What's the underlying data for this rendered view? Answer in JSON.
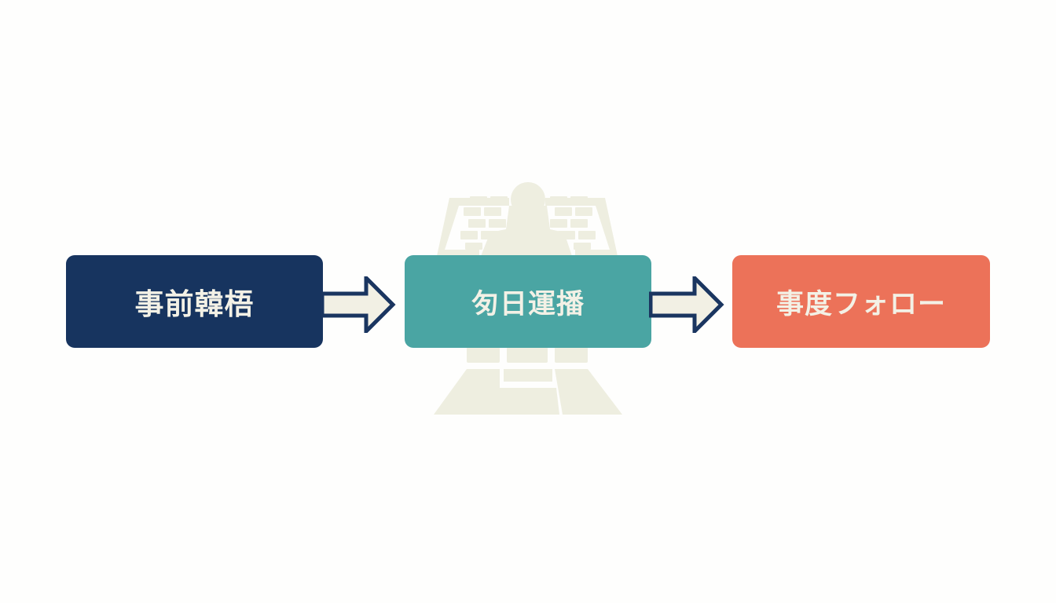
{
  "steps": [
    {
      "label": "事前韓梧",
      "color": "#17345f"
    },
    {
      "label": "匇日運播",
      "color": "#4aa5a3"
    },
    {
      "label": "事度フォロー",
      "color": "#ec7259"
    }
  ],
  "colors": {
    "background": "#fefefd",
    "illustration": "#eeeee0",
    "arrow_outline": "#1a3560",
    "arrow_fill": "#f2f0e4",
    "text": "#f3f1e6"
  },
  "icons": {
    "backdrop": "presenter-at-keyboard-illustration",
    "connector": "right-arrow-icon"
  }
}
